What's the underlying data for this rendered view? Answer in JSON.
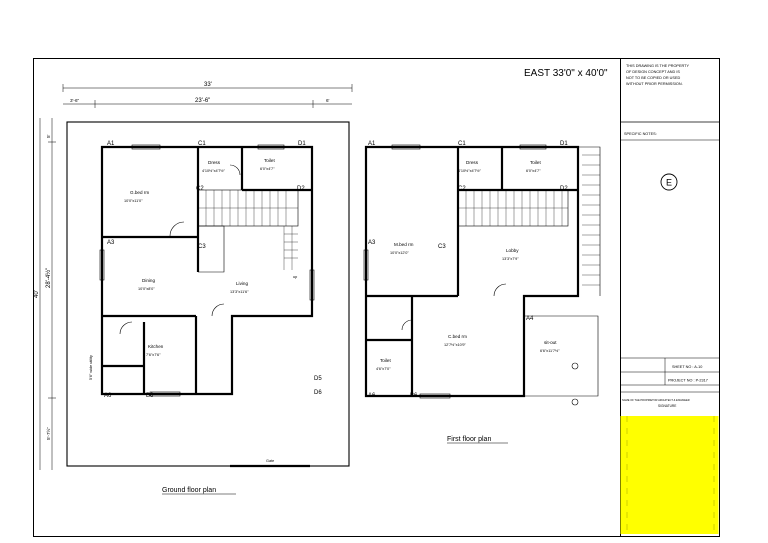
{
  "title": "EAST 33'0\" x 40'0\"",
  "disclaimer": [
    "THIS DRAWING IS THE PROPERTY",
    "OF DESIGN CONCEPT AND IS",
    "NOT TO BE COPIED OR USED",
    "WITHOUT PRIOR PERMISSION."
  ],
  "specific_notes": "SPECIFIC NOTES:",
  "north_symbol": "E",
  "sheet_no": "SHEET NO : A-10",
  "project_no": "PROJECT NO : P-2317",
  "firm_line1": "NAME OF THE PROPRIETOR ARCHITECT & ENGINEER",
  "firm_line2": "SIGNATURE",
  "highlight_color": "#ffff00",
  "ground": {
    "caption": "Ground floor plan",
    "dim_total_width": "33'",
    "dim_left": "3'-6\"",
    "dim_mid": "23'-6\"",
    "dim_right": "6'",
    "dim_total_depth": "40'",
    "dim_main_depth": "28'-4½\"",
    "dim_top_setback": "5'",
    "dim_bottom_setback": "5'-7½\"",
    "utility_label": "5'6\" wide utility",
    "gate_label": "Gate",
    "rooms": {
      "master": {
        "name": "G.bed rm",
        "size": "10'0\"x11'0\""
      },
      "dress": {
        "name": "Dress",
        "size": "4'10½\"x4'7½\""
      },
      "toilet": {
        "name": "Toilet",
        "size": "6'0\"x4'7\""
      },
      "dining": {
        "name": "Dining",
        "size": "10'0\"x8'0\""
      },
      "living": {
        "name": "Living",
        "size": "13'3\"x11'6\""
      },
      "kitchen": {
        "name": "Kitchen",
        "size": "7'6\"x7'6\""
      }
    },
    "tags": {
      "A1": "A1",
      "C1": "C1",
      "D1": "D1",
      "C2": "C2",
      "D2": "D2",
      "A3": "A3",
      "C3": "C3",
      "A6": "A6",
      "B6": "B6",
      "D5": "D5",
      "D6": "D6",
      "up": "up"
    }
  },
  "first": {
    "caption": "First floor plan",
    "rooms": {
      "master": {
        "name": "M.bed rm",
        "size": "10'0\"x12'0\""
      },
      "dress": {
        "name": "Dress",
        "size": "4'10½\"x4'7½\""
      },
      "toilet": {
        "name": "Toilet",
        "size": "6'0\"x4'7\""
      },
      "lobby": {
        "name": "Lobby",
        "size": "13'3\"x7'9\""
      },
      "cbed": {
        "name": "C.bed rm",
        "size": "12'7½\"x10'9\""
      },
      "toilet2": {
        "name": "Toilet",
        "size": "4'6\"x7'0\""
      },
      "sitout": {
        "name": "sit-out",
        "size": "6'6\"x11'7½\""
      }
    },
    "tags": {
      "A1": "A1",
      "C1": "C1",
      "D1": "D1",
      "C2": "C2",
      "D2": "D2",
      "A3": "A3",
      "C3": "C3",
      "A4": "A4",
      "A6": "A6",
      "B6": "B6"
    }
  }
}
